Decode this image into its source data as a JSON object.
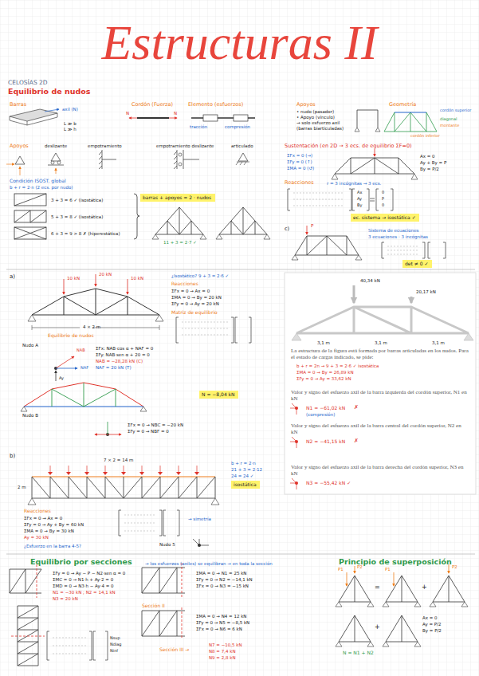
{
  "diagram": {
    "title": "Estructuras II",
    "nodes": [
      {
        "text": [
          "barras + apoyos = 2 · nudos"
        ]
      },
      {
        "text": [
          "ec. sistema → isostática ✓"
        ]
      },
      {
        "text": [
          "det ≠ 0 ✓"
        ]
      },
      {
        "text": [
          "N = −8,04 kN"
        ]
      },
      {
        "text": [
          "La estructura de la figura está formada por barras articuladas en los nudos. Para el estado de cargas indicado, se pide:",
          "Valor y signo del esfuerzo axil de la barra izquierda del cordón superior, N1 en kN",
          "Valor y signo del esfuerzo axil de la barra central del cordón superior, N2 en kN",
          "Valor y signo del esfuerzo axil de la barra derecha del cordón superior, N3 en kN"
        ]
      },
      {
        "text": [
          "isostática"
        ]
      }
    ],
    "labels": [
      "CELOSÍAS 2D",
      "Equilibrio de nudos",
      "Barras",
      "axil (N)",
      "L ≫ b",
      "L ≫ h",
      "Cordón (Fuerza)",
      "N",
      "N",
      "Elemento (esfuerzos)",
      "tracción",
      "compresión",
      "Apoyos",
      "• nudo (pasador)",
      "• Apoyo (vínculo)",
      "→ solo esfuerzo axil",
      "(barras biarticuladas)",
      "Geometría",
      "cordón superior",
      "diagonal",
      "montante",
      "cordón inferior",
      "Apoyos",
      "deslizante",
      "empotramiento",
      "empotramiento deslizante",
      "articulado",
      "Sustentación (en 2D → 3 ecs. de equilibrio ΣF=0)",
      "ΣFx = 0  (→)",
      "ΣFy = 0  (↑)",
      "ΣMA = 0  (↺)",
      "Ax = 0",
      "Ay + By = P",
      "By = P/2",
      "Condición ISOST. global",
      "b + r = 2·n (2 ecs. por nudo)",
      "3 + 3 = 6 ✓ (isostática)",
      "5 + 3 = 8 ✓ (isostática)",
      "6 + 3 = 9 > 8 ✗ (hiperestática)",
      "11 + 3 = 2·7 ✓",
      "Reacciones",
      "r = 3 incógnitas → 3 ecs.",
      "Ax",
      "Ay",
      "By",
      "0",
      "P",
      "0",
      "c)",
      "P",
      "Sistema de ecuaciones",
      "3 ecuaciones · 3 incógnitas",
      "a)",
      "10 kN",
      "20 kN",
      "10 kN",
      "4 × 2 m",
      "¿Isostático? 9 + 3 = 2·6 ✓",
      "Reacciones",
      "ΣFx = 0 → Ax = 0",
      "ΣMA = 0 → By = 20 kN",
      "ΣFy = 0 → Ay = 20 kN",
      "Matriz de equilibrio",
      "Equilibrio de nudos",
      "Nudo A",
      "NAB",
      "NAF",
      "Ay",
      "ΣFx: NAB·cos α + NAF = 0",
      "ΣFy: NAB·sen α + 20 = 0",
      "NAB = −28,28 kN (C)",
      "NAF = 20 kN (T)",
      "Nudo B",
      "ΣFx = 0 → NBC = −20 kN",
      "ΣFy = 0 → NBF = 0",
      "40,34 kN",
      "20,17 kN",
      "3,1 m",
      "3,1 m",
      "3,1 m",
      "b + r = 2n → 9 + 3 = 2·6 ✓ isostática",
      "ΣMA = 0 → By = 26,89 kN",
      "ΣFy = 0 → Ay = 33,62 kN",
      "N1 = −61,02 kN",
      "✗",
      "(compresión)",
      "N2 = −41,15 kN",
      "✗",
      "N3 = −55,42 kN ✓",
      "b)",
      "7 × 2 = 14 m",
      "2 m",
      "b + r = 2·n",
      "21 + 3 = 2·12",
      "24 = 24 ✓",
      "Reacciones",
      "ΣFx = 0 → Ax = 0",
      "ΣFy = 0 → Ay + By = 60 kN",
      "ΣMA = 0 → By = 30 kN",
      "Ay = 30 kN",
      "→ simetría",
      "¿Esfuerzo en la barra 4-5?",
      "Nudo 5",
      "Equilibrio por secciones",
      "→ los esfuerzos (axiles) se equilibran → en toda la sección",
      "ΣFy = 0 → Ay − P − N2·sen α = 0",
      "ΣMC = 0 → N1·h + Ay·2 = 0",
      "ΣMD = 0 → N3·h − Ay·4 = 0",
      "N1 = −30 kN ; N2 = 14,1 kN",
      "N3 = 20 kN",
      "ΣMA = 0 → N1 = 25 kN",
      "ΣFy = 0 → N2 = −14,1 kN",
      "ΣFx = 0 → N3 = −15 kN",
      "Sección II",
      "ΣMA = 0 → N4 = 12 kN",
      "ΣFy = 0 → N5 = −8,5 kN",
      "ΣFx = 0 → N6 = 6 kN",
      "Nsup",
      "Ndiag",
      "Ninf",
      "Sección III →",
      "N7 = −10,5 kN",
      "N8 = 7,4 kN",
      "N9 = 2,8 kN",
      "Principio de superposición",
      "P1",
      "P2",
      "=",
      "P1",
      "+",
      "P2",
      "Ax = 0",
      "Ay = P/2",
      "By = P/2",
      "N = N1 + N2",
      "+"
    ]
  }
}
